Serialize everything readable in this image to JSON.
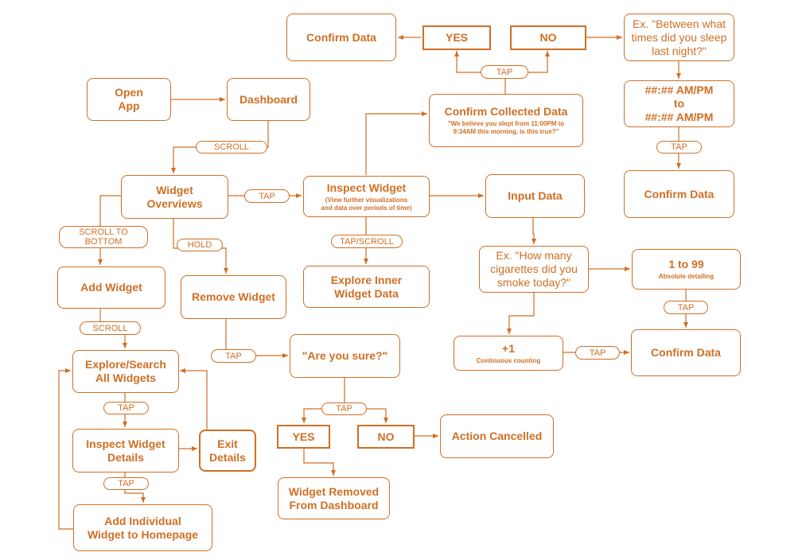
{
  "nodes": {
    "open_app": "Open\nApp",
    "dashboard": "Dashboard",
    "widget_overviews": "Widget\nOverviews",
    "add_widget": "Add Widget",
    "explore_search": "Explore/Search\nAll Widgets",
    "inspect_details": "Inspect Widget\nDetails",
    "exit_details": "Exit\nDetails",
    "add_individual": "Add Individual\nWidget to Homepage",
    "remove_widget": "Remove Widget",
    "are_you_sure": "\"Are you sure?\"",
    "yes_remove": "YES",
    "no_remove": "NO",
    "action_cancelled": "Action Cancelled",
    "widget_removed": "Widget Removed\nFrom Dashboard",
    "inspect_widget": "Inspect Widget",
    "inspect_widget_sub": "(View further visualizations\nand data over periods of time)",
    "explore_inner": "Explore Inner\nWidget Data",
    "input_data": "Input Data",
    "confirm_collected": "Confirm Collected Data",
    "confirm_collected_sub": "\"We believe you slept from 11:00PM to\n9:34AM this morning, is this true?\"",
    "yes_top": "YES",
    "no_top": "NO",
    "confirm_data_top": "Confirm Data",
    "between_times": "Ex. \"Between what\ntimes did you sleep\nlast night?\"",
    "time_range": "##:## AM/PM\nto\n##:## AM/PM",
    "confirm_data_right": "Confirm Data",
    "cigarettes": "Ex. \"How many\ncigarettes did you\nsmoke today?\"",
    "one_to_99": "1 to 99",
    "one_to_99_sub": "Absolute detailing",
    "plus_one": "+1",
    "plus_one_sub": "Continuous counting",
    "confirm_data_bottom": "Confirm Data"
  },
  "tags": {
    "scroll_dash": "SCROLL",
    "tap_overview": "TAP",
    "scroll_to_bottom": "SCROLL TO\nBOTTOM",
    "hold": "HOLD",
    "scroll_add": "SCROLL",
    "tap_explore": "TAP",
    "tap_inspect_details": "TAP",
    "tap_remove": "TAP",
    "tap_sure": "TAP",
    "tap_scroll_inner": "TAP/SCROLL",
    "tap_confirm_collected": "TAP",
    "tap_time": "TAP",
    "tap_1to99": "TAP",
    "tap_plus1": "TAP"
  },
  "colors": {
    "accent": "#cf6f24",
    "background": "#ffffff"
  }
}
